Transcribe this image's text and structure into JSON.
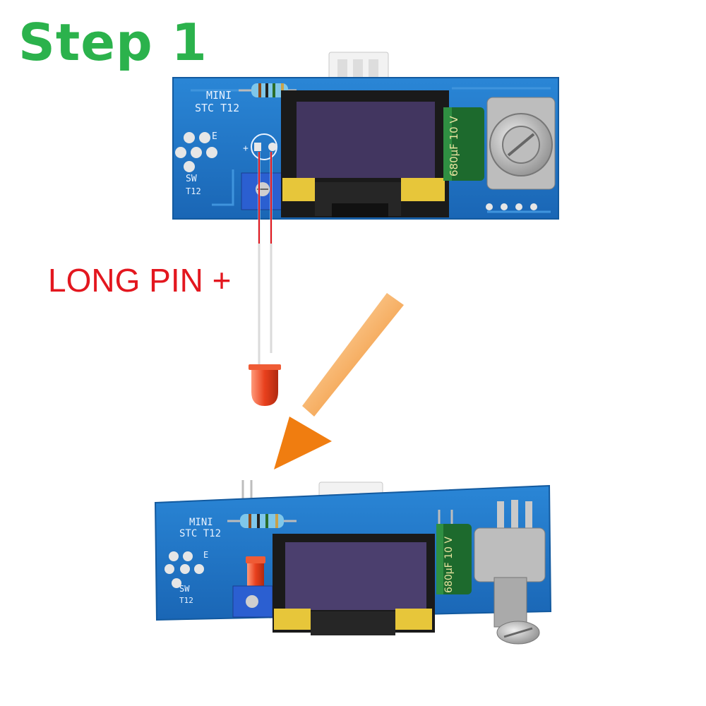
{
  "title": "Step 1",
  "annotation": "LONG PIN +",
  "board_silkscreen": {
    "line1": "MINI",
    "line2": "STC T12",
    "switch": "SW",
    "model": "T12",
    "e_pad": "E",
    "plus": "+",
    "minus": "-",
    "capacitor": "680µF 10 V"
  },
  "colors": {
    "title": "#2bb24c",
    "annotation": "#e3171f",
    "pcb": "#1f78c8",
    "arrow": "#f38a16"
  }
}
